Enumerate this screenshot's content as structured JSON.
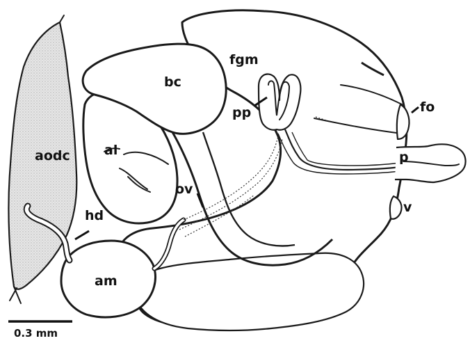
{
  "labels": {
    "aodc": "aodc",
    "hd": "hd",
    "am": "am",
    "al": "al",
    "bc": "bc",
    "ov": "ov",
    "fgm": "fgm",
    "pp": "pp",
    "fo": "fo",
    "p": "p",
    "v": "v"
  },
  "scale_bar": {
    "label": "0.3 mm"
  },
  "colors": {
    "outline": "#1a1a1a",
    "stipple": "#e8e8e8"
  }
}
